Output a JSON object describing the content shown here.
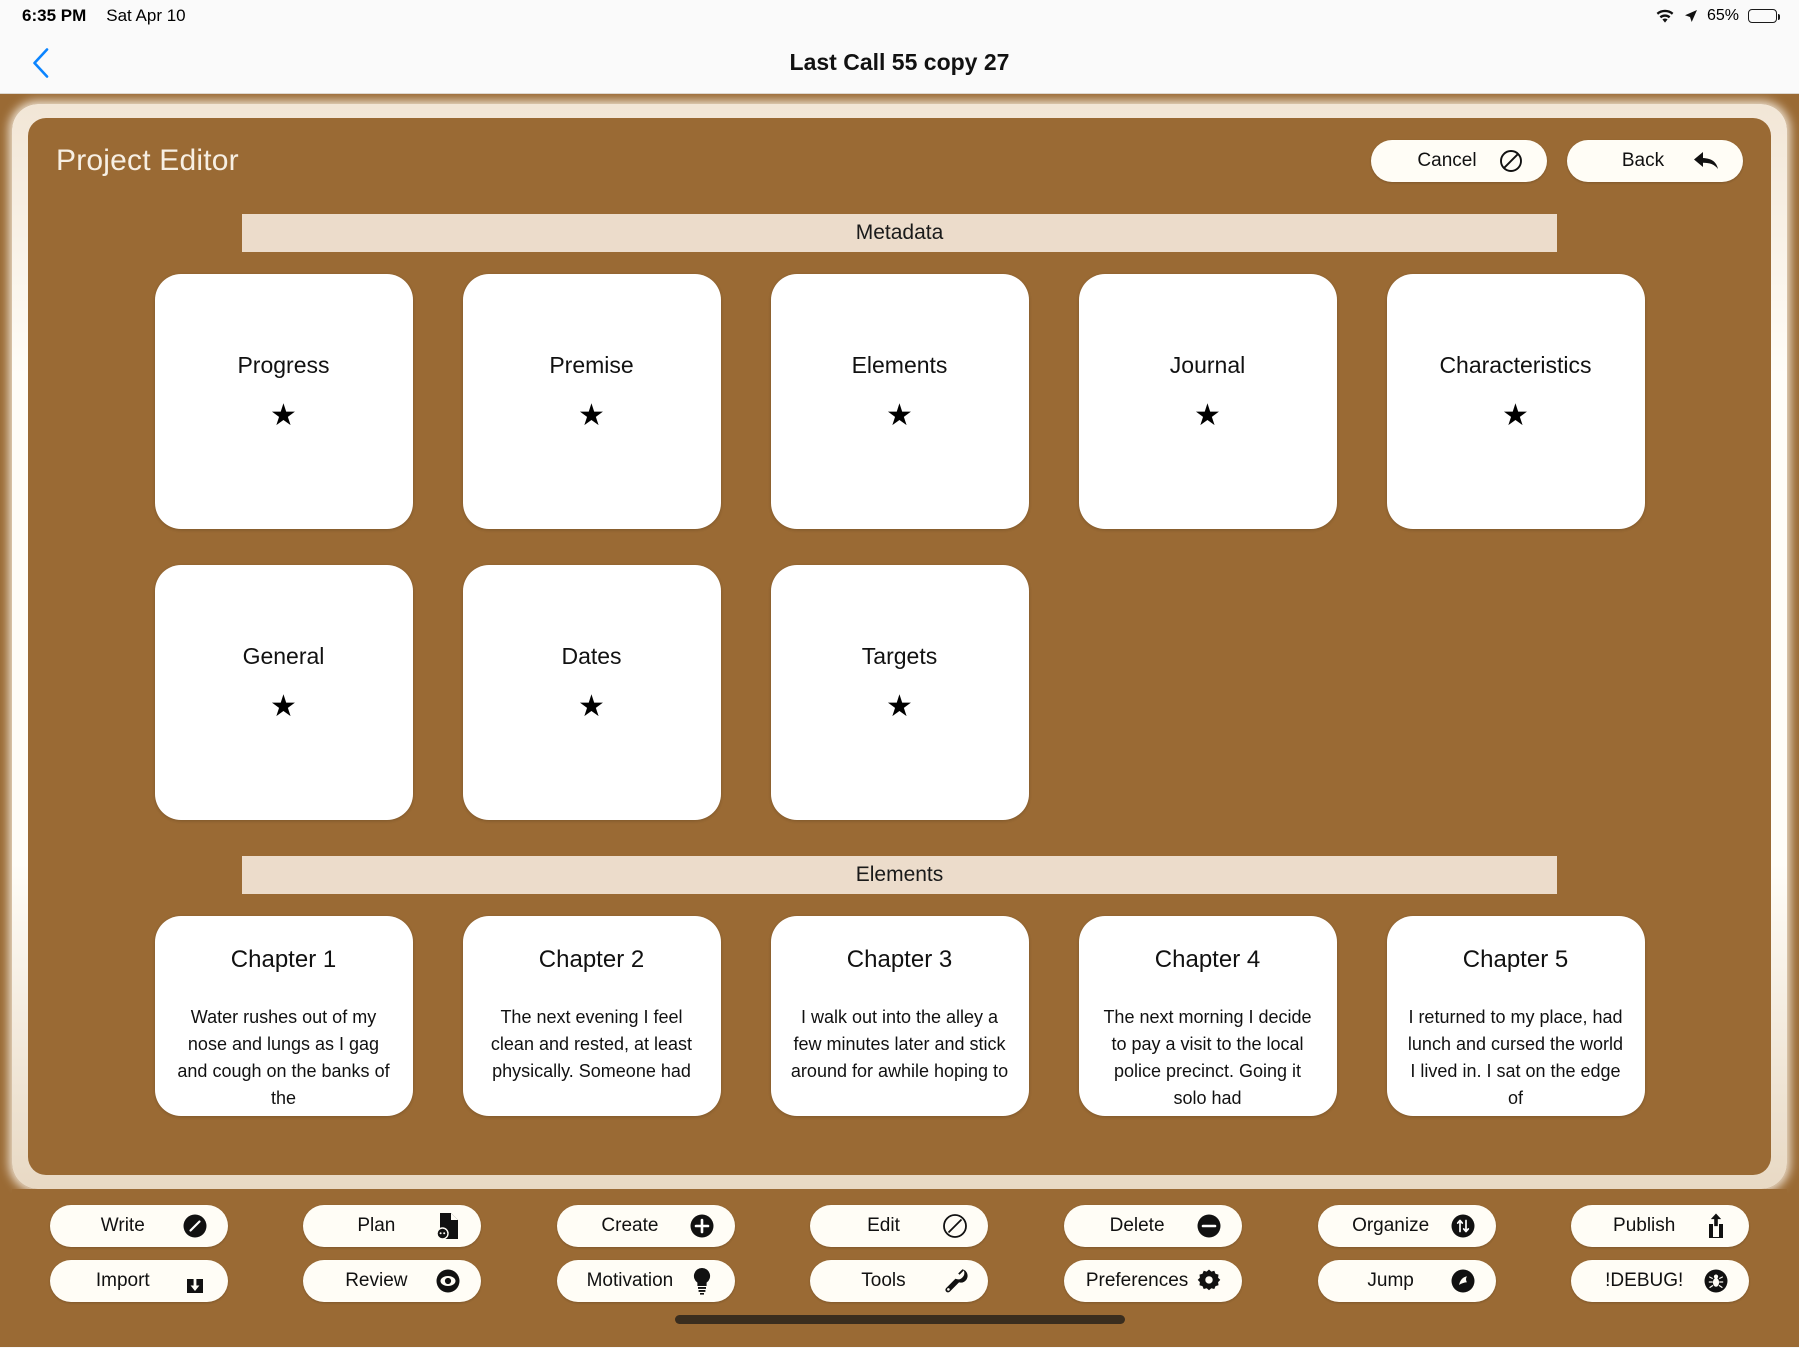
{
  "status_bar": {
    "time": "6:35 PM",
    "date": "Sat Apr 10",
    "battery_percent": "65%",
    "wifi_icon": "wifi-icon",
    "location_icon": "location-arrow-icon",
    "battery_icon": "battery-icon"
  },
  "nav": {
    "back_icon": "chevron-left-icon",
    "title": "Last Call 55 copy 27"
  },
  "editor": {
    "title": "Project Editor",
    "actions": [
      {
        "label": "Cancel",
        "icon": "no-entry-icon"
      },
      {
        "label": "Back",
        "icon": "reply-arrow-icon"
      }
    ]
  },
  "sections": [
    {
      "title": "Metadata"
    },
    {
      "title": "Elements"
    }
  ],
  "metadata_cards": [
    {
      "label": "Progress",
      "icon": "star-icon",
      "star": "★"
    },
    {
      "label": "Premise",
      "icon": "star-icon",
      "star": "★"
    },
    {
      "label": "Elements",
      "icon": "star-icon",
      "star": "★"
    },
    {
      "label": "Journal",
      "icon": "star-icon",
      "star": "★"
    },
    {
      "label": "Characteristics",
      "icon": "star-icon",
      "star": "★"
    },
    {
      "label": "General",
      "icon": "star-icon",
      "star": "★"
    },
    {
      "label": "Dates",
      "icon": "star-icon",
      "star": "★"
    },
    {
      "label": "Targets",
      "icon": "star-icon",
      "star": "★"
    }
  ],
  "chapters": [
    {
      "title": "Chapter 1",
      "excerpt": "Water rushes out of my nose and lungs as I gag and cough on the banks of the"
    },
    {
      "title": "Chapter 2",
      "excerpt": "The next evening I feel clean and rested, at least physically. Someone had"
    },
    {
      "title": "Chapter 3",
      "excerpt": "I walk out into the alley a few minutes later and stick around for awhile hoping to"
    },
    {
      "title": "Chapter 4",
      "excerpt": "The next morning I decide to pay a visit to the local police precinct. Going it solo had"
    },
    {
      "title": "Chapter 5",
      "excerpt": "I returned to my place, had lunch and cursed the world I lived in. I sat on the edge of"
    }
  ],
  "toolbar": {
    "row1": [
      {
        "label": "Write",
        "icon": "pencil-circle-icon"
      },
      {
        "label": "Plan",
        "icon": "document-icon"
      },
      {
        "label": "Create",
        "icon": "plus-circle-icon"
      },
      {
        "label": "Edit",
        "icon": "slash-circle-outline-icon"
      },
      {
        "label": "Delete",
        "icon": "minus-circle-icon"
      },
      {
        "label": "Organize",
        "icon": "sort-arrows-circle-icon"
      },
      {
        "label": "Publish",
        "icon": "share-icon"
      }
    ],
    "row2": [
      {
        "label": "Import",
        "icon": "download-tray-icon"
      },
      {
        "label": "Review",
        "icon": "eye-circle-icon"
      },
      {
        "label": "Motivation",
        "icon": "lightbulb-icon"
      },
      {
        "label": "Tools",
        "icon": "wrench-icon"
      },
      {
        "label": "Preferences",
        "icon": "gear-icon"
      },
      {
        "label": "Jump",
        "icon": "arrow-circle-icon"
      },
      {
        "label": "!DEBUG!",
        "icon": "bug-circle-icon"
      }
    ]
  },
  "colors": {
    "brown": "#9a6a34",
    "section_bar": "#ecdccb",
    "card": "#ffffff",
    "pill": "#fffdf6",
    "accent_blue": "#0b84ff"
  }
}
